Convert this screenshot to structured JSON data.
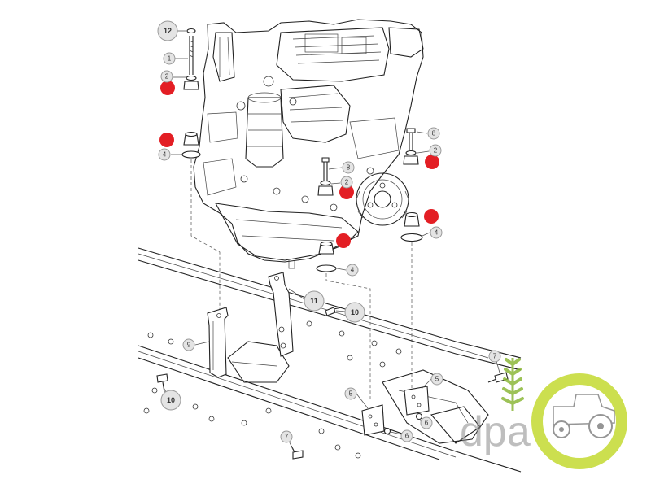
{
  "callouts": [
    {
      "label": "12",
      "large": true
    },
    {
      "label": "1"
    },
    {
      "label": "2"
    },
    {
      "label": "4"
    },
    {
      "label": "8"
    },
    {
      "label": "2"
    },
    {
      "label": "8"
    },
    {
      "label": "2"
    },
    {
      "label": "4"
    },
    {
      "label": "4"
    },
    {
      "label": "11",
      "large": true
    },
    {
      "label": "10",
      "large": true
    },
    {
      "label": "9"
    },
    {
      "label": "10",
      "large": true
    },
    {
      "label": "7"
    },
    {
      "label": "5"
    },
    {
      "label": "5"
    },
    {
      "label": "6"
    },
    {
      "label": "6"
    },
    {
      "label": "7"
    }
  ],
  "highlight_color": "#e31e24",
  "watermark": {
    "text": "dpa",
    "logo_colors": {
      "ring": "#c6dc3c",
      "wheat": "#8cb83a",
      "tractor": "#ffffff"
    },
    "icons": [
      "wheat-icon",
      "tractor-icon"
    ]
  }
}
